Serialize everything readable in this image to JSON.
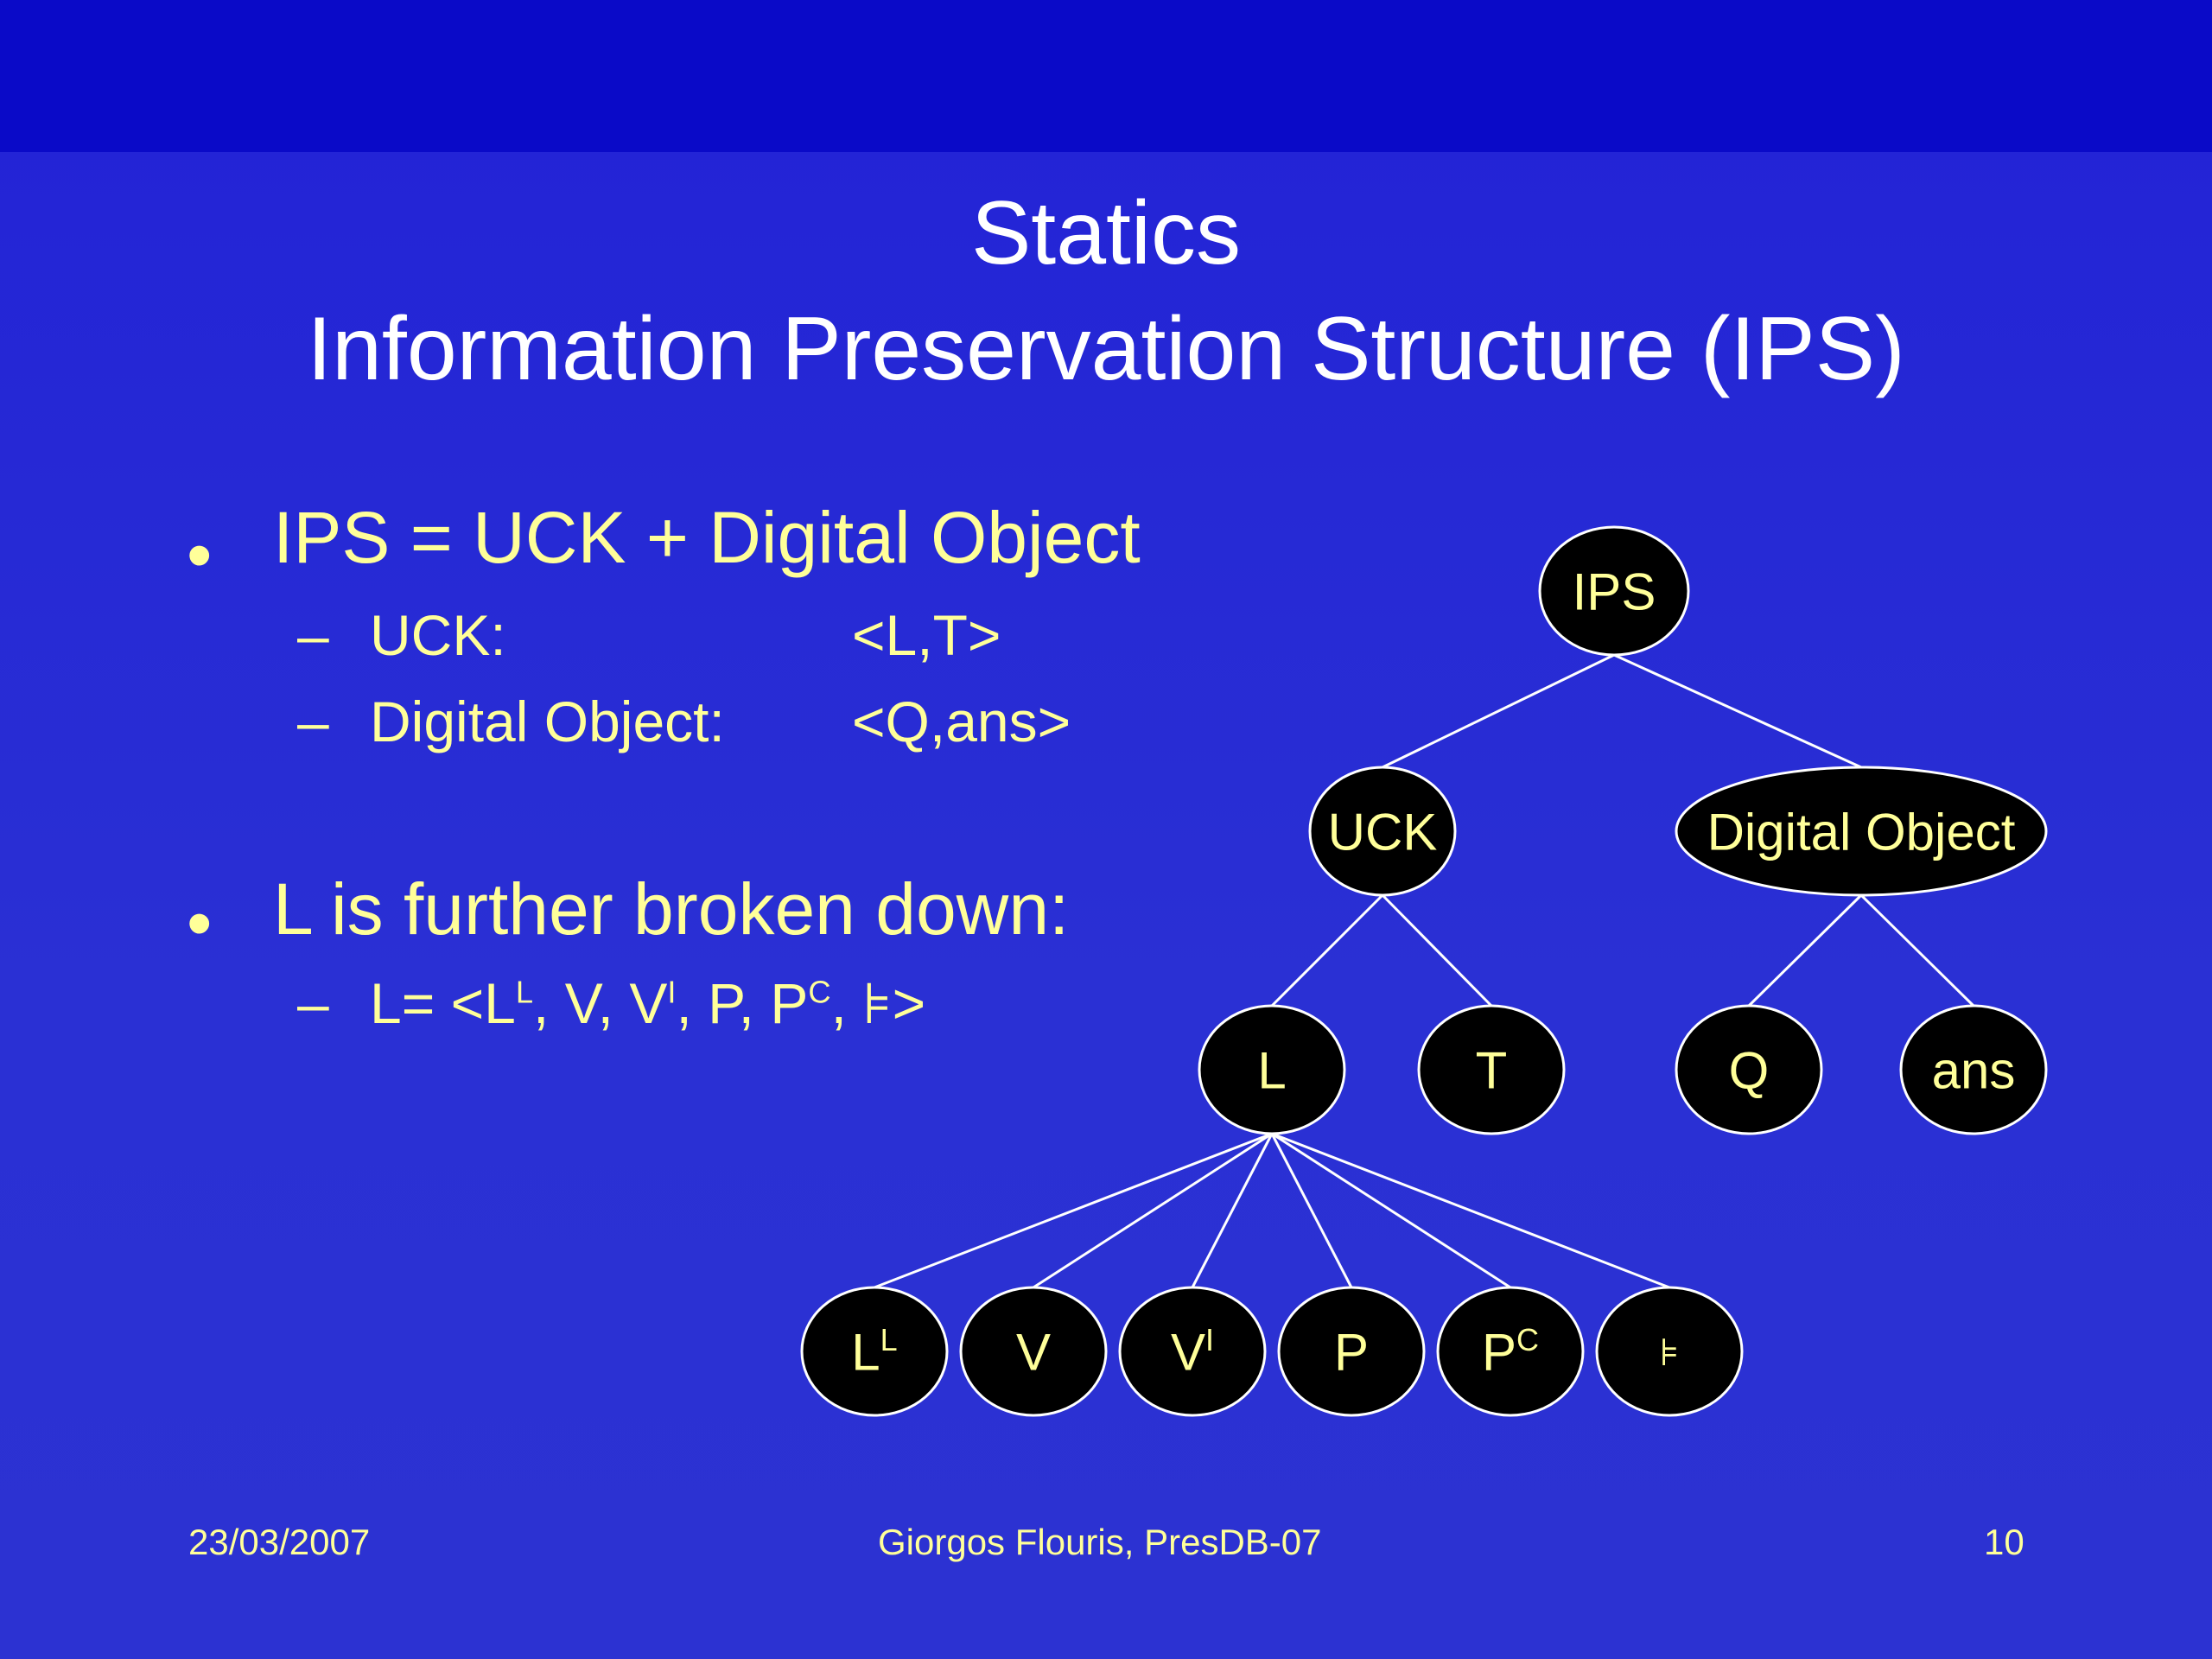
{
  "slide": {
    "title_line1": "Statics",
    "title_line2": "Information Preservation Structure (IPS)"
  },
  "bullets": [
    {
      "text": "IPS = UCK + Digital Object",
      "subs": [
        {
          "label": "UCK:",
          "value": "<L,T>"
        },
        {
          "label": "Digital Object:",
          "value": "<Q,ans>"
        }
      ]
    },
    {
      "text": "L is further broken down:",
      "subs": [
        {
          "label": "L= <L",
          "sup1": "L",
          "mid1": ", V, V",
          "sup2": "I",
          "mid2": ", P, P",
          "sup3": "C",
          "tail": ", ⊧>"
        }
      ]
    }
  ],
  "tree": {
    "nodes": {
      "ips": {
        "label": "IPS"
      },
      "uck": {
        "label": "UCK"
      },
      "digital_object": {
        "label": "Digital Object"
      },
      "l": {
        "label": "L"
      },
      "t": {
        "label": "T"
      },
      "q": {
        "label": "Q"
      },
      "ans": {
        "label": "ans"
      },
      "ll": {
        "label": "L",
        "sup": "L"
      },
      "v": {
        "label": "V"
      },
      "vi": {
        "label": "V",
        "sup": "I"
      },
      "p": {
        "label": "P"
      },
      "pc": {
        "label": "P",
        "sup": "C"
      },
      "models": {
        "label": "⊧"
      }
    },
    "edges": [
      [
        "ips",
        "uck"
      ],
      [
        "ips",
        "digital_object"
      ],
      [
        "uck",
        "l"
      ],
      [
        "uck",
        "t"
      ],
      [
        "digital_object",
        "q"
      ],
      [
        "digital_object",
        "ans"
      ],
      [
        "l",
        "ll"
      ],
      [
        "l",
        "v"
      ],
      [
        "l",
        "vi"
      ],
      [
        "l",
        "p"
      ],
      [
        "l",
        "pc"
      ],
      [
        "l",
        "models"
      ]
    ]
  },
  "footer": {
    "date": "23/03/2007",
    "author": "Giorgos Flouris, PresDB-07",
    "page": "10"
  },
  "colors": {
    "background": "#2a30d4",
    "top_band": "#0a0ac8",
    "title_text": "#ffffff",
    "body_text": "#ffff99",
    "node_fill": "#000000",
    "node_stroke": "#ffffff"
  }
}
